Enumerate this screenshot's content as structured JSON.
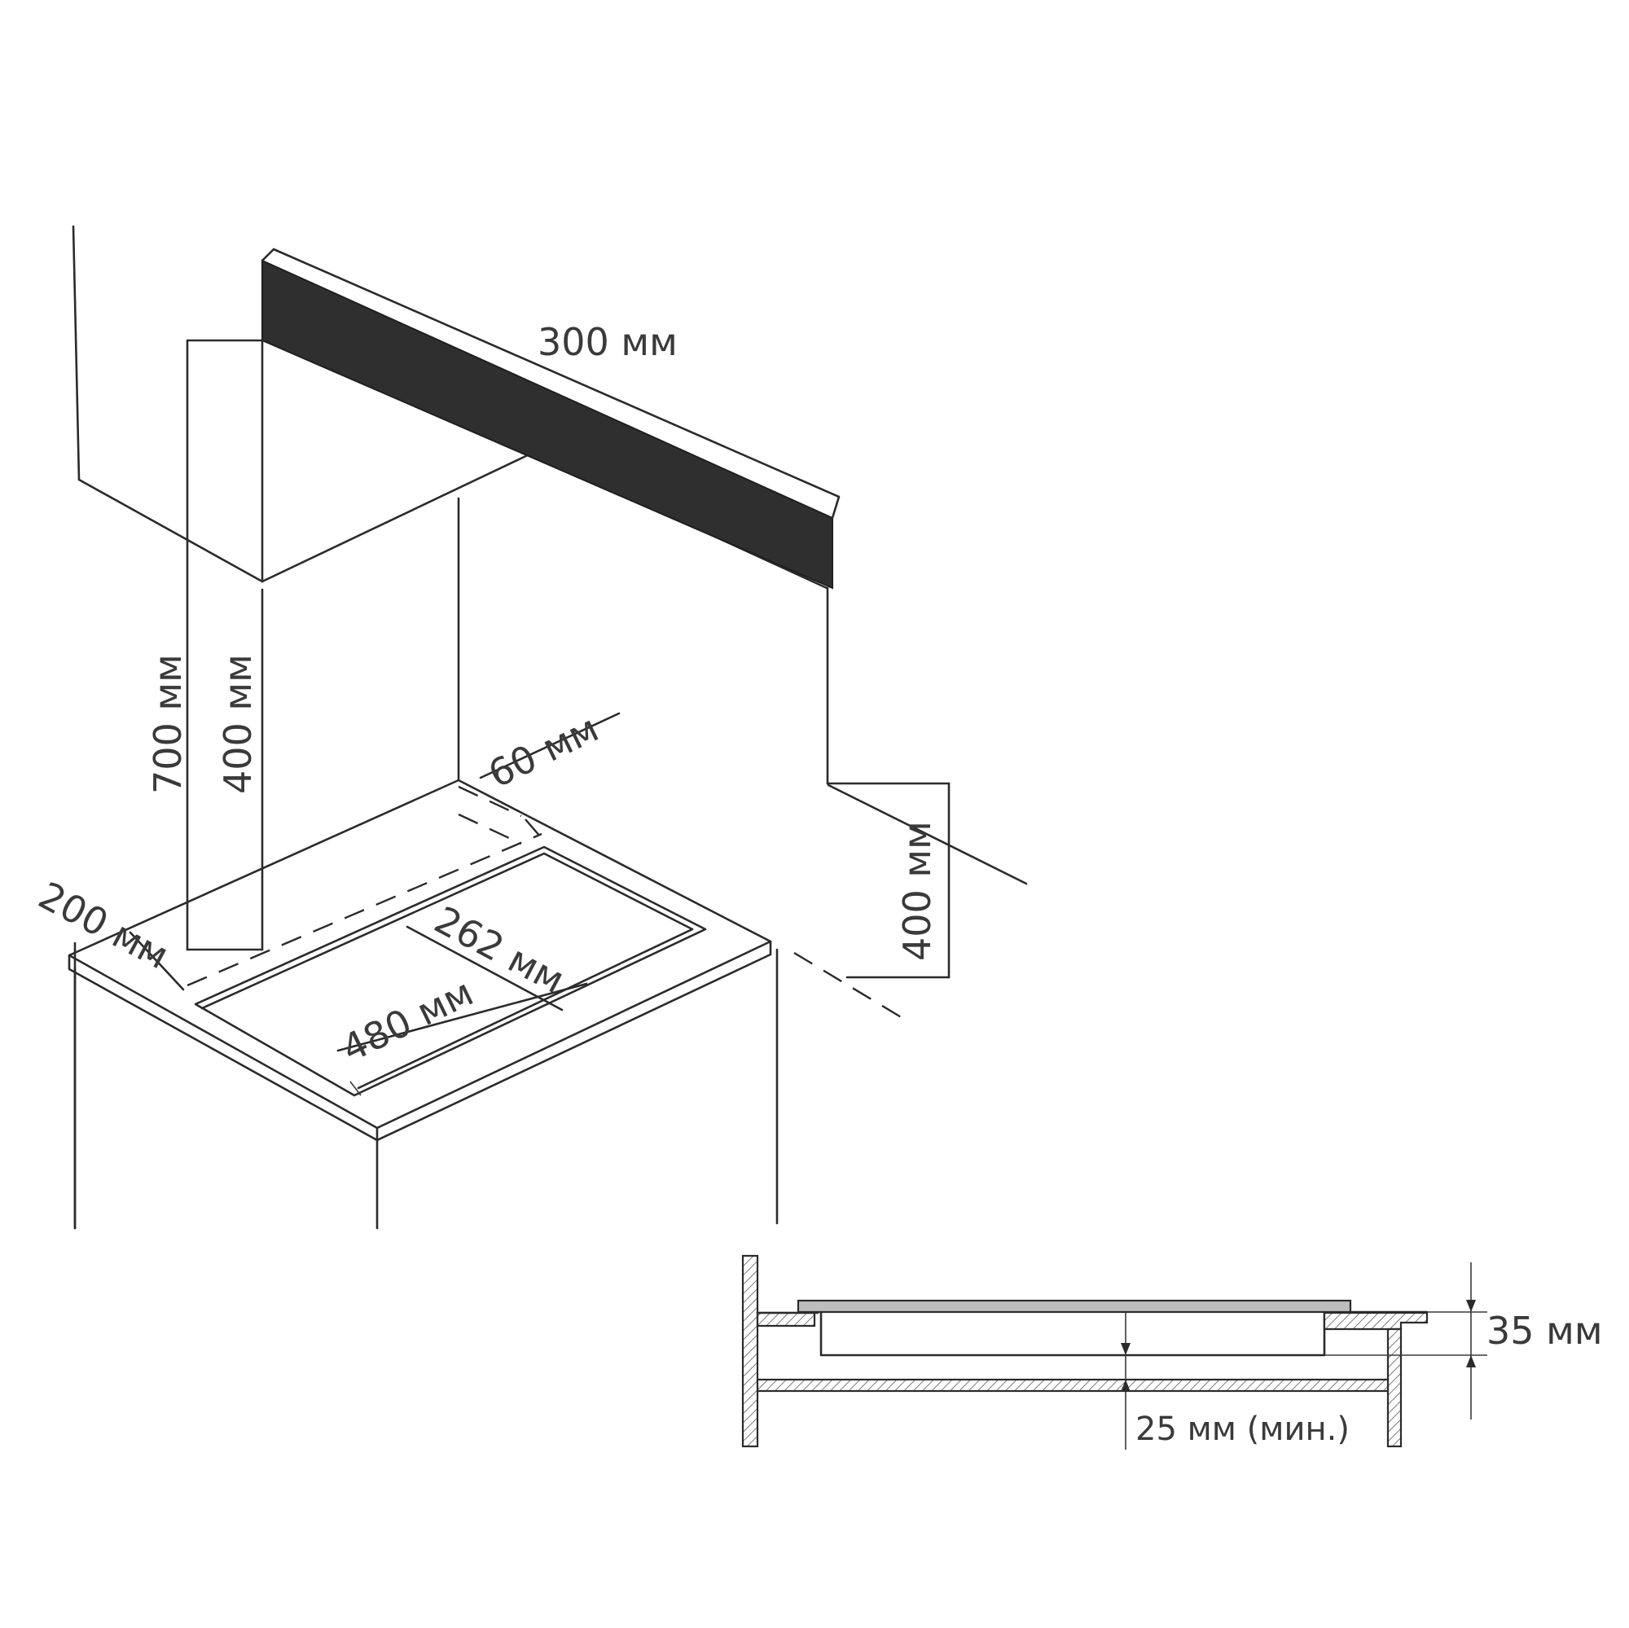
{
  "installation_drawing": {
    "dim_300": "300 мм",
    "dim_700": "700 мм",
    "dim_400_left": "400 мм",
    "dim_60": "60 мм",
    "dim_400_right": "400 мм",
    "dim_200": "200 мм",
    "dim_262": "262 мм",
    "dim_480": "480 мм"
  },
  "section_drawing": {
    "dim_35": "35 мм",
    "dim_25": "25 мм (мин.)"
  }
}
